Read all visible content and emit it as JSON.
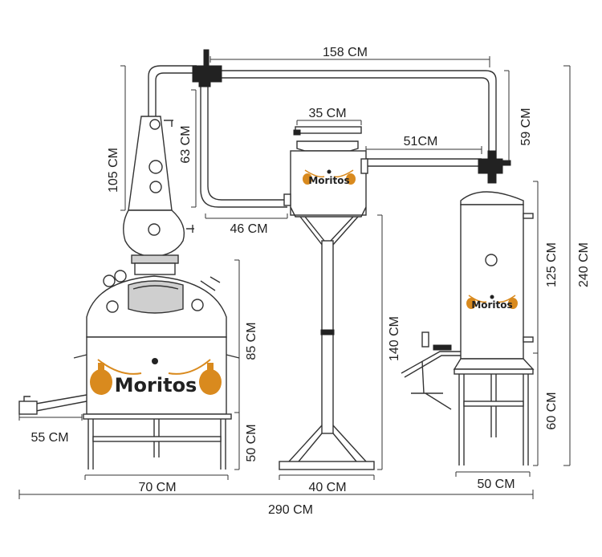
{
  "dimensions": {
    "top_pipe": "158 CM",
    "column_height": "105 CM",
    "riser": "63 CM",
    "riser_base": "46 CM",
    "condenser_top": "35 CM",
    "pipe_mid": "51CM",
    "drop": "59 CM",
    "pot_height": "85 CM",
    "pot_legs": "50 CM",
    "outlet": "55 CM",
    "pot_width": "70 CM",
    "stand_height": "140 CM",
    "stand_width": "40 CM",
    "column2_height": "125 CM",
    "column2_legs": "60 CM",
    "column2_width": "50 CM",
    "total_height": "240 CM",
    "total_width": "290 CM"
  },
  "brand": {
    "logo_text": "Moritos",
    "accent": "#d98a1e"
  }
}
